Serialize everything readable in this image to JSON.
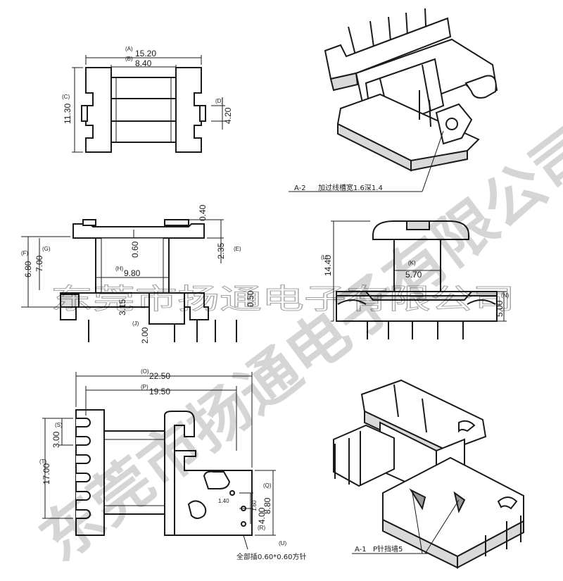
{
  "top_view": {
    "A": {
      "label": "(A)",
      "value": "15.20"
    },
    "B": {
      "label": "(B)",
      "value": "8.40"
    },
    "C": {
      "label": "(C)",
      "value": "11.30"
    },
    "D": {
      "label": "(D)",
      "value": "4.20"
    }
  },
  "iso_top": {
    "callout_id": "A-2",
    "callout_text": "加过线槽宽1.6深1.4"
  },
  "front_view": {
    "gap_top": "0.40",
    "F": {
      "label": "(F)",
      "value": "6.80"
    },
    "G": {
      "label": "(G)",
      "value": "7.00"
    },
    "slot": "0.60",
    "E": {
      "label": "(E)",
      "value": "2.35"
    },
    "H": {
      "label": "(H)",
      "value": "9.80"
    },
    "pin_dia": "3.15",
    "pin_small": "0.50",
    "J": {
      "label": "(J)",
      "value": "2.00"
    }
  },
  "side_view": {
    "L": {
      "label": "(L)",
      "value": "14.40"
    },
    "K": {
      "label": "(K)",
      "value": "5.70"
    },
    "N": {
      "label": "(N)",
      "value": "5.00"
    }
  },
  "bottom_view": {
    "O": {
      "label": "(O)",
      "value": "22.50"
    },
    "P": {
      "label": "(P)",
      "value": "19.50"
    },
    "S": {
      "label": "(S)",
      "value": "3.00"
    },
    "T": {
      "label": "(T)",
      "value": "17.00"
    },
    "Q": {
      "label": "(Q)",
      "value": "8.80"
    },
    "small_1": "1.40",
    "small_2": "1.60",
    "small_3": "4.00",
    "R": {
      "label": "(R)"
    },
    "U": {
      "label": "(U)"
    },
    "note": "全部插0.60*0.60方针"
  },
  "iso_bottom": {
    "callout_id": "A-1",
    "callout_text": "P针挡墙5"
  },
  "watermark": {
    "diagonal": "东莞市扬通电子有限公司",
    "horizontal": "东莞市扬通电子有限公司"
  }
}
